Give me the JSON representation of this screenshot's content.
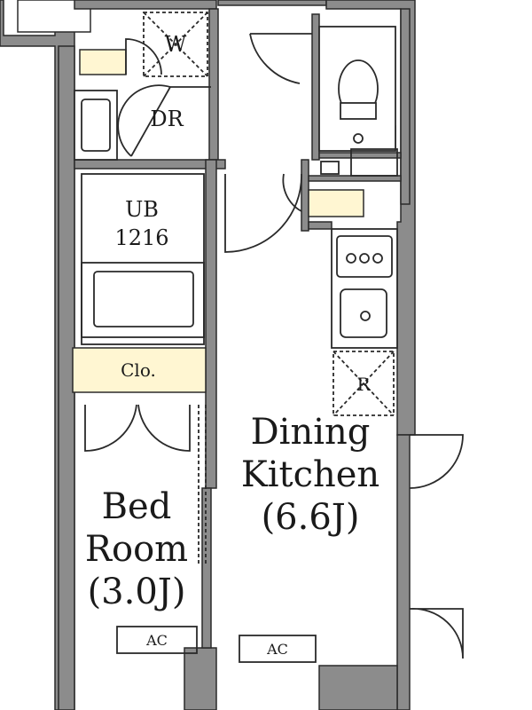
{
  "rooms": {
    "bed_room": {
      "line1": "Bed",
      "line2": "Room",
      "line3": "(3.0J)"
    },
    "dining_kitchen": {
      "line1": "Dining",
      "line2": "Kitchen",
      "line3": "(6.6J)"
    }
  },
  "labels": {
    "washer": "W",
    "dressing_room": "DR",
    "unit_bath_line1": "UB",
    "unit_bath_line2": "1216",
    "closet": "Clo.",
    "refrigerator": "R",
    "ac_bed": "AC",
    "ac_kitchen": "AC"
  },
  "colors": {
    "wall": "#8c8c8c",
    "wall_line": "#2a2a2a",
    "storage_fill": "#fff6d2",
    "background": "#ffffff"
  }
}
